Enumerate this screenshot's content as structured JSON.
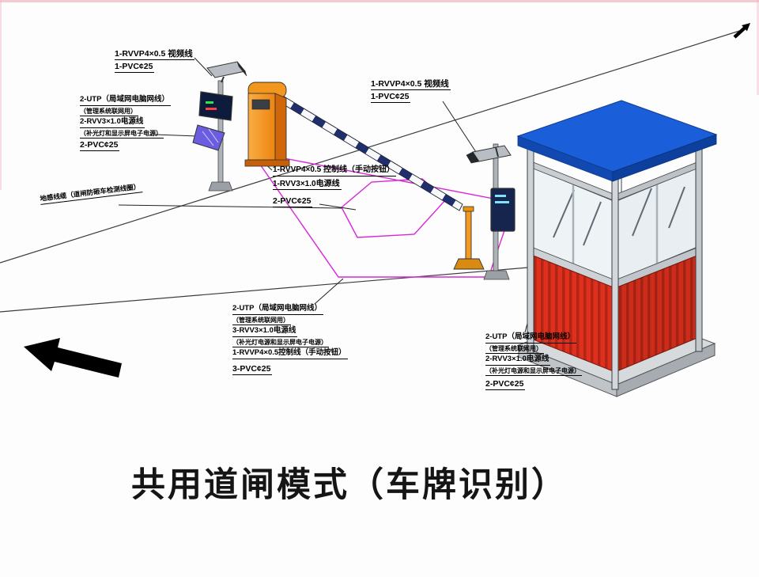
{
  "title": "共用道闸模式（车牌识别）",
  "callouts": {
    "camera_left": {
      "lines": [
        "1-RVVP4×0.5 视频线",
        "1-PVC¢25"
      ]
    },
    "pole_left": {
      "lines": [
        "2-UTP（局域网电脑网线）",
        "（管理系统联网用）",
        "2-RVV3×1.0电源线",
        "（补光灯和显示屏电子电源）",
        "2-PVC¢25"
      ]
    },
    "ground_loop": {
      "lines": [
        "地感线缆（道闸防砸车检测线圈）"
      ]
    },
    "barrier": {
      "lines": [
        "1-RVVP4×0.5 控制线（手动按钮）",
        "1-RVV3×1.0电源线",
        "2-PVC¢25"
      ]
    },
    "camera_right": {
      "lines": [
        "1-RVVP4×0.5 视频线",
        "1-PVC¢25"
      ]
    },
    "lane": {
      "lines": [
        "2-UTP（局域网电脑网线）",
        "（管理系统联网用）",
        "3-RVV3×1.0电源线",
        "（补光灯电源和显示屏电子电源）",
        "1-RVVP4×0.5控制线（手动按钮）",
        "3-PVC¢25"
      ]
    },
    "booth": {
      "lines": [
        "2-UTP（局域网电脑网线）",
        "（管理系统联网用）",
        "2-RVV3×1.0电源线",
        "（补光灯电源和显示屏电子电源）",
        "2-PVC¢25"
      ]
    }
  },
  "colors": {
    "roof-blue": "#1a5fd9",
    "roof-blue-dark": "#0d3f9d",
    "wall-red": "#e0301d",
    "wall-red-dark": "#b12516",
    "cabinet-orange": "#f39a22",
    "arm-navy": "#1f2f6d",
    "loop-magenta": "#d926d9",
    "floodlight-violet": "#6c5ce0",
    "line-black": "#2f2f2f"
  }
}
